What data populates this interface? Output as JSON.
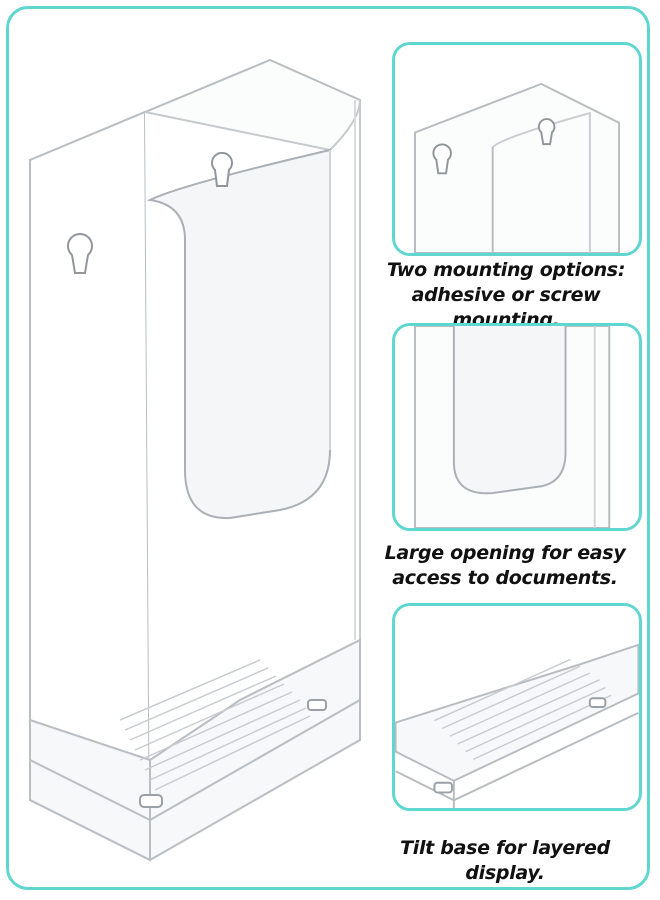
{
  "captions": {
    "mounting": {
      "line1": "Two mounting options:",
      "line2": "adhesive or screw mounting."
    },
    "opening": {
      "line1": "Large opening for easy",
      "line2": "access to documents."
    },
    "base": {
      "line1": "Tilt base for layered display."
    }
  },
  "colors": {
    "frame_accent": "#5fd6cf",
    "caption_text": "#111111"
  },
  "icons": {
    "product": "acrylic-brochure-holder-icon",
    "keyhole": "keyhole-slot-icon"
  }
}
